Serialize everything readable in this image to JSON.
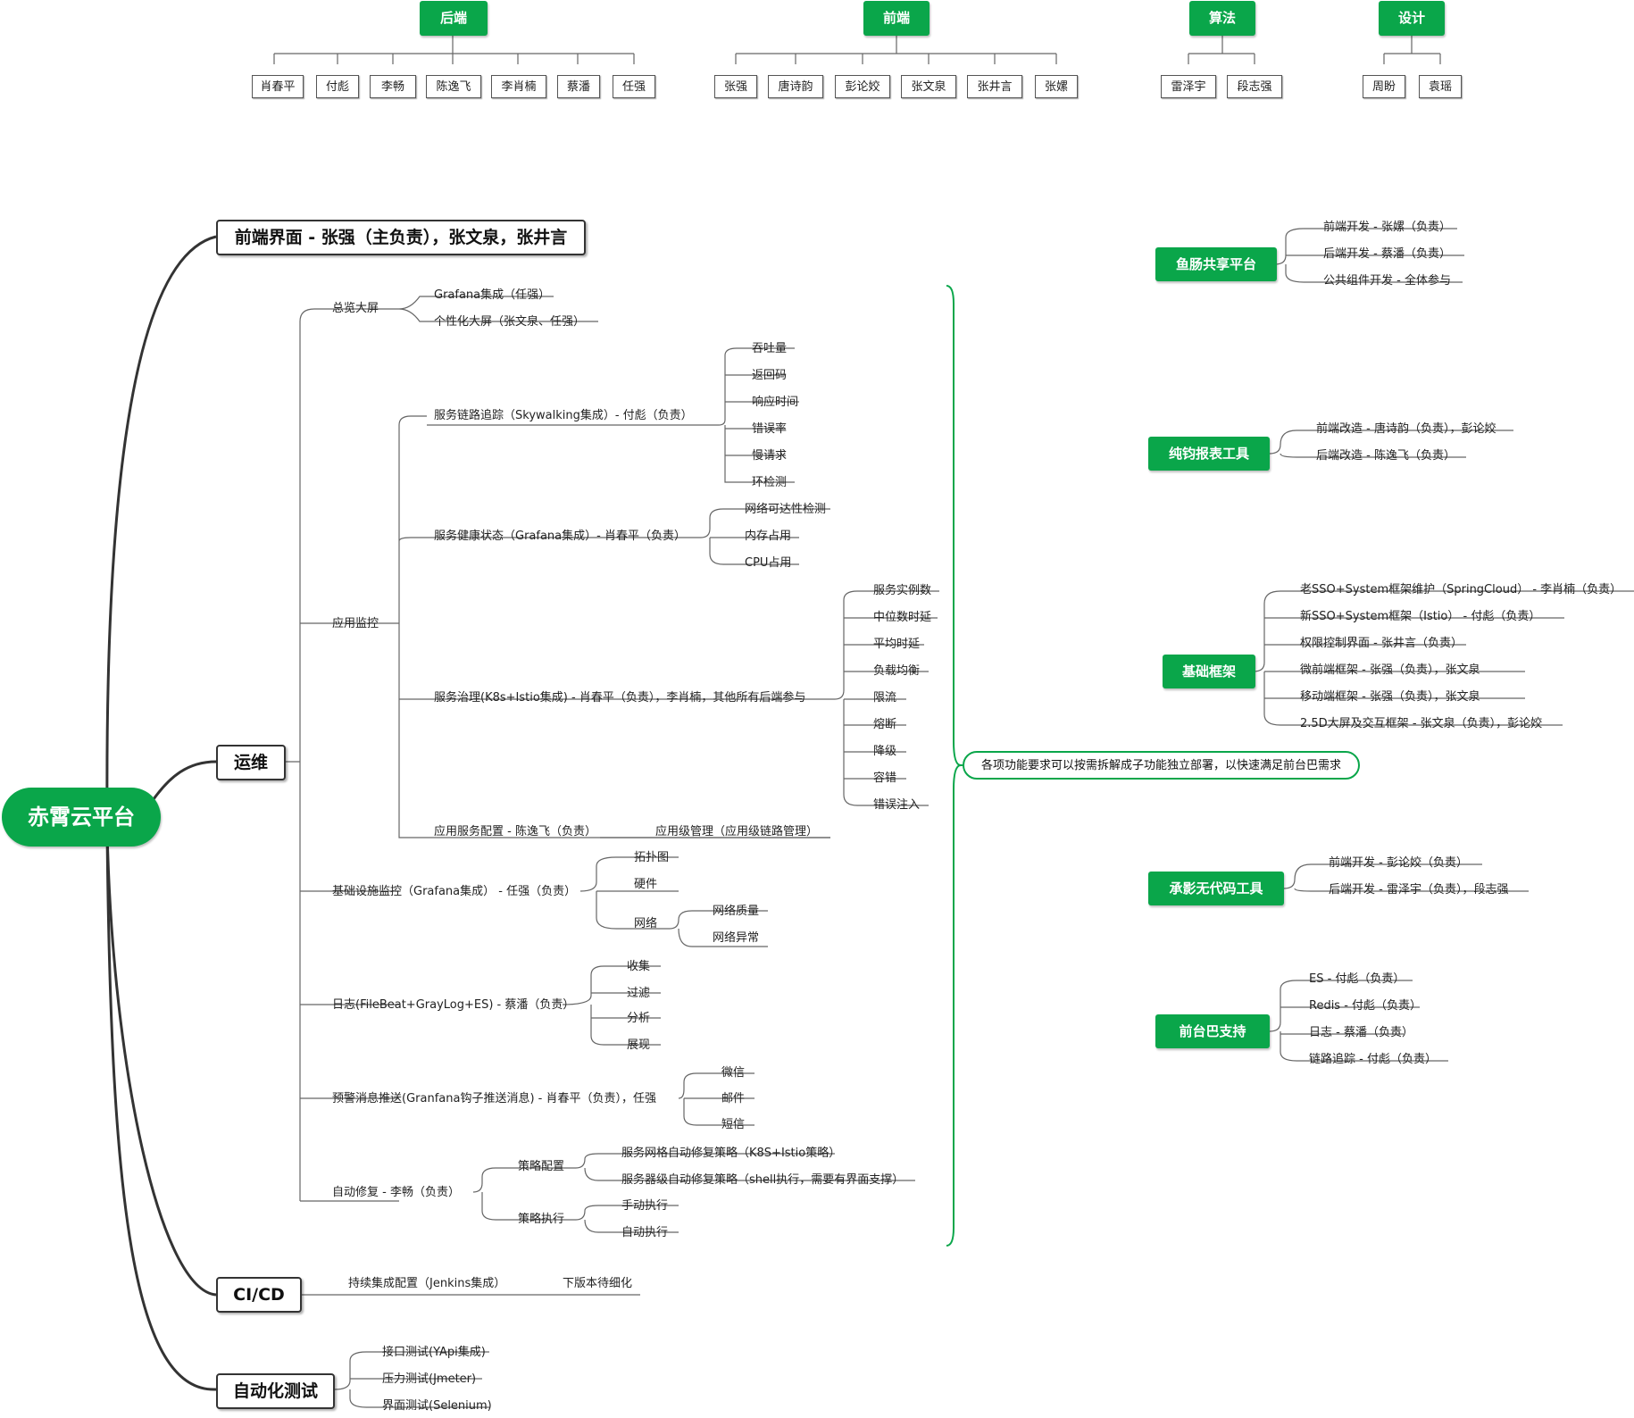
{
  "org": {
    "groups": [
      {
        "title": "后端",
        "members": [
          "肖春平",
          "付彪",
          "李畅",
          "陈逸飞",
          "李肖楠",
          "蔡潘",
          "任强"
        ]
      },
      {
        "title": "前端",
        "members": [
          "张强",
          "唐诗韵",
          "彭论姣",
          "张文泉",
          "张井言",
          "张嫘"
        ]
      },
      {
        "title": "算法",
        "members": [
          "雷泽宇",
          "段志强"
        ]
      },
      {
        "title": "设计",
        "members": [
          "周盼",
          "袁瑶"
        ]
      }
    ]
  },
  "root": "赤霄云平台",
  "branches": {
    "frontend": "前端界面 - 张强（主负责），张文泉，张井言",
    "ops": {
      "title": "运维",
      "overview": {
        "label": "总览大屏",
        "children": [
          "Grafana集成（任强）",
          "个性化大屏（张文泉、任强）"
        ]
      },
      "app_monitor": {
        "label": "应用监控",
        "tracing": {
          "label": "服务链路追踪（Skywalking集成）- 付彪（负责）",
          "children": [
            "吞吐量",
            "返回码",
            "响应时间",
            "错误率",
            "慢请求",
            "环检测"
          ]
        },
        "health": {
          "label": "服务健康状态（Grafana集成）- 肖春平（负责）",
          "children": [
            "网络可达性检测",
            "内存占用",
            "CPU占用"
          ]
        },
        "governance": {
          "label": "服务治理(K8s+Istio集成) - 肖春平（负责），李肖楠，其他所有后端参与",
          "children": [
            "服务实例数",
            "中位数时延",
            "平均时延",
            "负载均衡",
            "限流",
            "熔断",
            "降级",
            "容错",
            "错误注入"
          ]
        },
        "config": {
          "label": "应用服务配置 - 陈逸飞（负责）",
          "child": "应用级管理（应用级链路管理）"
        }
      },
      "infra": {
        "label": "基础设施监控（Grafana集成） - 任强（负责）",
        "children": [
          "拓扑图",
          "硬件"
        ],
        "network": {
          "label": "网络",
          "children": [
            "网络质量",
            "网络异常"
          ]
        }
      },
      "logs": {
        "label": "日志(FileBeat+GrayLog+ES) - 蔡潘（负责）",
        "children": [
          "收集",
          "过滤",
          "分析",
          "展现"
        ]
      },
      "alerts": {
        "label": "预警消息推送(Granfana钩子推送消息) - 肖春平（负责），任强",
        "children": [
          "微信",
          "邮件",
          "短信"
        ]
      },
      "repair": {
        "label": "自动修复 - 李畅（负责）",
        "strategy": {
          "label": "策略配置",
          "children": [
            "服务网格自动修复策略（K8S+Istio策略）",
            "服务器级自动修复策略（shell执行，需要有界面支撑）"
          ]
        },
        "execute": {
          "label": "策略执行",
          "children": [
            "手动执行",
            "自动执行"
          ]
        }
      }
    },
    "cicd": {
      "title": "CI/CD",
      "child": "持续集成配置（Jenkins集成）",
      "sub": "下版本待细化"
    },
    "testing": {
      "title": "自动化测试",
      "children": [
        "接口测试(YApi集成)",
        "压力测试(Jmeter)",
        "界面测试(Selenium)"
      ]
    }
  },
  "note": "各项功能要求可以按需拆解成子功能独立部署，以快速满足前台巴需求",
  "right": {
    "r1": {
      "title": "鱼肠共享平台",
      "children": [
        "前端开发 - 张嫘（负责）",
        "后端开发 - 蔡潘（负责）",
        "公共组件开发 - 全体参与"
      ]
    },
    "r2": {
      "title": "纯钧报表工具",
      "children": [
        "前端改造 - 唐诗韵（负责），彭论姣",
        "后端改造 - 陈逸飞（负责）"
      ]
    },
    "r3": {
      "title": "基础框架",
      "children": [
        "老SSO+System框架维护（SpringCloud） - 李肖楠（负责）",
        "新SSO+System框架（Istio） - 付彪（负责）",
        "权限控制界面 - 张井言（负责）",
        "微前端框架 - 张强（负责），张文泉",
        "移动端框架 - 张强（负责），张文泉",
        "2.5D大屏及交互框架 - 张文泉（负责），彭论姣"
      ]
    },
    "r4": {
      "title": "承影无代码工具",
      "children": [
        "前端开发 - 彭论姣（负责）",
        "后端开发 - 雷泽宇（负责），段志强"
      ]
    },
    "r5": {
      "title": "前台巴支持",
      "children": [
        "ES - 付彪（负责）",
        "Redis - 付彪（负责）",
        "日志 - 蔡潘（负责）",
        "链路追踪 - 付彪（负责）"
      ]
    }
  },
  "colors": {
    "accent": "#0aa64a",
    "line": "#555555",
    "trunk": "#333333"
  }
}
